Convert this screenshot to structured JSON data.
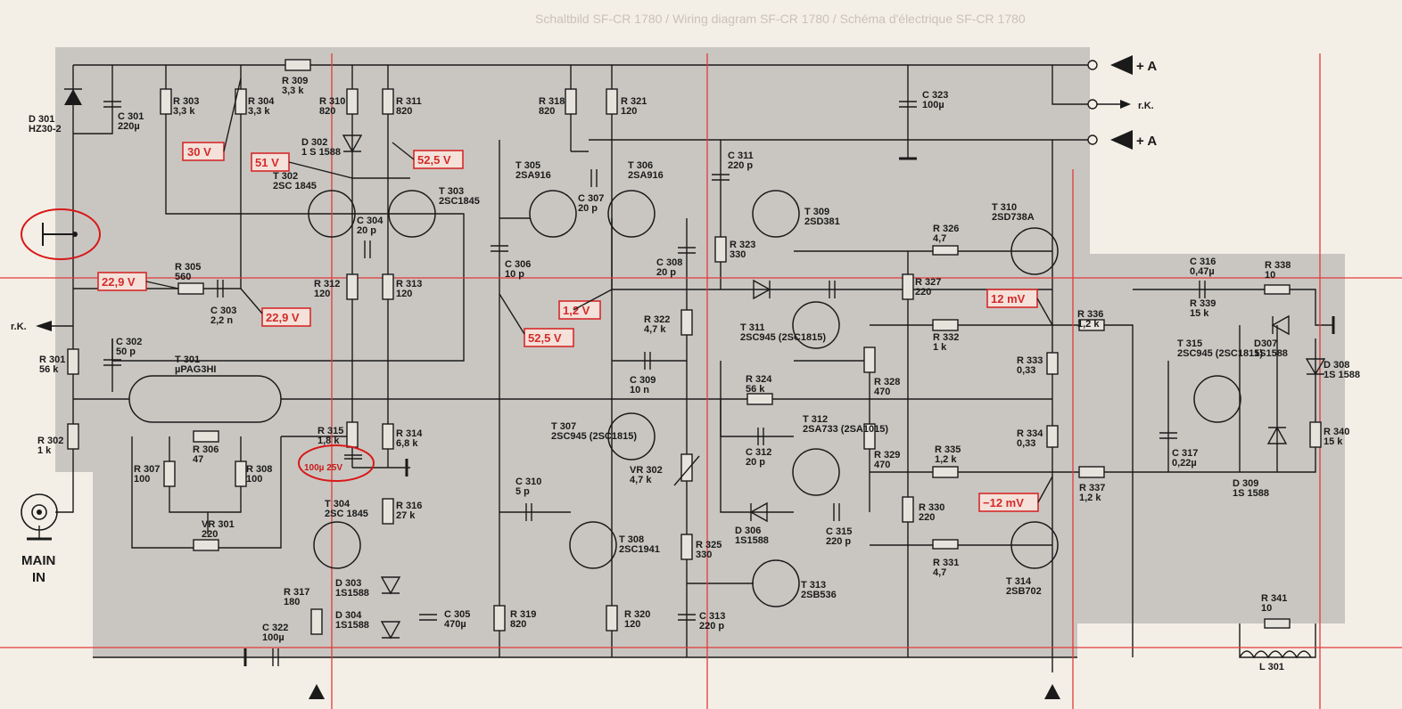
{
  "header": {
    "title": "Schaltbild SF-CR 1780 / Wiring diagram SF-CR 1780 / Schéma d'électrique  SF-CR 1780"
  },
  "colors": {
    "panel": "#c9c6c1",
    "wire": "#1a1a1a",
    "voltage": "#d42a2a",
    "guide": "#e23a3a"
  },
  "connectors": {
    "plus_a_top": "+ A",
    "rk_right": "r.K.",
    "plus_a_mid": "+ A",
    "rk_left": "r.K.",
    "main_in": [
      "MAIN",
      "IN"
    ]
  },
  "annotations": {
    "cap_note": "100µ 25V"
  },
  "voltages": [
    "30 V",
    "51 V",
    "52,5 V",
    "22,9 V",
    "22,9 V",
    "1,2 V",
    "52,5 V",
    "12 mV",
    "−12 mV"
  ],
  "components": [
    {
      "ref": "D 301",
      "value": "HZ30-2"
    },
    {
      "ref": "C 301",
      "value": "220µ"
    },
    {
      "ref": "R 303",
      "value": "3,3 k"
    },
    {
      "ref": "R 304",
      "value": "3,3 k"
    },
    {
      "ref": "R 309",
      "value": "3,3 k"
    },
    {
      "ref": "R 310",
      "value": "820"
    },
    {
      "ref": "R 311",
      "value": "820"
    },
    {
      "ref": "D 302",
      "value": "1 S 1588"
    },
    {
      "ref": "R 318",
      "value": "820"
    },
    {
      "ref": "R 321",
      "value": "120"
    },
    {
      "ref": "C 323",
      "value": "100µ"
    },
    {
      "ref": "C 311",
      "value": "220 p"
    },
    {
      "ref": "T 302",
      "value": "2SC 1845"
    },
    {
      "ref": "T 303",
      "value": "2SC1845"
    },
    {
      "ref": "C 304",
      "value": "20 p"
    },
    {
      "ref": "T 305",
      "value": "2SA916"
    },
    {
      "ref": "T 306",
      "value": "2SA916"
    },
    {
      "ref": "C 307",
      "value": "20 p"
    },
    {
      "ref": "T 309",
      "value": "2SD381"
    },
    {
      "ref": "T 310",
      "value": "2SD738A"
    },
    {
      "ref": "R 326",
      "value": "4,7"
    },
    {
      "ref": "R 323",
      "value": "330"
    },
    {
      "ref": "R 305",
      "value": "560"
    },
    {
      "ref": "C 303",
      "value": "2,2 n"
    },
    {
      "ref": "R 312",
      "value": "120"
    },
    {
      "ref": "R 313",
      "value": "120"
    },
    {
      "ref": "C 306",
      "value": "10 p"
    },
    {
      "ref": "C 308",
      "value": "20 p"
    },
    {
      "ref": "R 327",
      "value": "220"
    },
    {
      "ref": "C 316",
      "value": "0,47µ"
    },
    {
      "ref": "R 338",
      "value": "10"
    },
    {
      "ref": "R 339",
      "value": "15 k"
    },
    {
      "ref": "R 336",
      "value": "1,2 k"
    },
    {
      "ref": "R 322",
      "value": "4,7 k"
    },
    {
      "ref": "T 311",
      "value": "2SC945 (2SC1815)"
    },
    {
      "ref": "R 332",
      "value": "1 k"
    },
    {
      "ref": "T 315",
      "value": "2SC945 (2SC1815)"
    },
    {
      "ref": "D307",
      "value": "1S1588"
    },
    {
      "ref": "D 308",
      "value": "1S 1588"
    },
    {
      "ref": "C 302",
      "value": "50 p"
    },
    {
      "ref": "R 301",
      "value": "56 k"
    },
    {
      "ref": "T 301",
      "value": "µPAG3HI"
    },
    {
      "ref": "C 309",
      "value": "10 n"
    },
    {
      "ref": "R 324",
      "value": "56 k"
    },
    {
      "ref": "R 328",
      "value": "470"
    },
    {
      "ref": "R 333",
      "value": "0,33"
    },
    {
      "ref": "R 302",
      "value": "1 k"
    },
    {
      "ref": "R 306",
      "value": "47"
    },
    {
      "ref": "R 315",
      "value": "1,8 k"
    },
    {
      "ref": "R 314",
      "value": "6,8 k"
    },
    {
      "ref": "T 307",
      "value": "2SC945 (2SC1815)"
    },
    {
      "ref": "T 312",
      "value": "2SA733 (2SA1015)"
    },
    {
      "ref": "R 334",
      "value": "0,33"
    },
    {
      "ref": "R 340",
      "value": "15 k"
    },
    {
      "ref": "R 307",
      "value": "100"
    },
    {
      "ref": "R 308",
      "value": "100"
    },
    {
      "ref": "C 312",
      "value": "20 p"
    },
    {
      "ref": "R 329",
      "value": "470"
    },
    {
      "ref": "R 335",
      "value": "1,2 k"
    },
    {
      "ref": "C 317",
      "value": "0,22µ"
    },
    {
      "ref": "VR 302",
      "value": "4,7 k"
    },
    {
      "ref": "C 310",
      "value": "5 p"
    },
    {
      "ref": "R 316",
      "value": "27 k"
    },
    {
      "ref": "R 337",
      "value": "1,2 k"
    },
    {
      "ref": "D 309",
      "value": "1S 1588"
    },
    {
      "ref": "T 304",
      "value": "2SC 1845"
    },
    {
      "ref": "VR 301",
      "value": "220"
    },
    {
      "ref": "D 306",
      "value": "1S1588"
    },
    {
      "ref": "C 315",
      "value": "220 p"
    },
    {
      "ref": "R 330",
      "value": "220"
    },
    {
      "ref": "T 308",
      "value": "2SC1941"
    },
    {
      "ref": "R 325",
      "value": "330"
    },
    {
      "ref": "R 331",
      "value": "4,7"
    },
    {
      "ref": "T 314",
      "value": "2SB702"
    },
    {
      "ref": "T 313",
      "value": "2SB536"
    },
    {
      "ref": "D 303",
      "value": "1S1588"
    },
    {
      "ref": "R 317",
      "value": "180"
    },
    {
      "ref": "D 304",
      "value": "1S1588"
    },
    {
      "ref": "C 305",
      "value": "470µ"
    },
    {
      "ref": "R 319",
      "value": "820"
    },
    {
      "ref": "R 320",
      "value": "120"
    },
    {
      "ref": "C 313",
      "value": "220 p"
    },
    {
      "ref": "C 322",
      "value": "100µ"
    },
    {
      "ref": "R 341",
      "value": "10"
    },
    {
      "ref": "L 301",
      "value": ""
    }
  ]
}
